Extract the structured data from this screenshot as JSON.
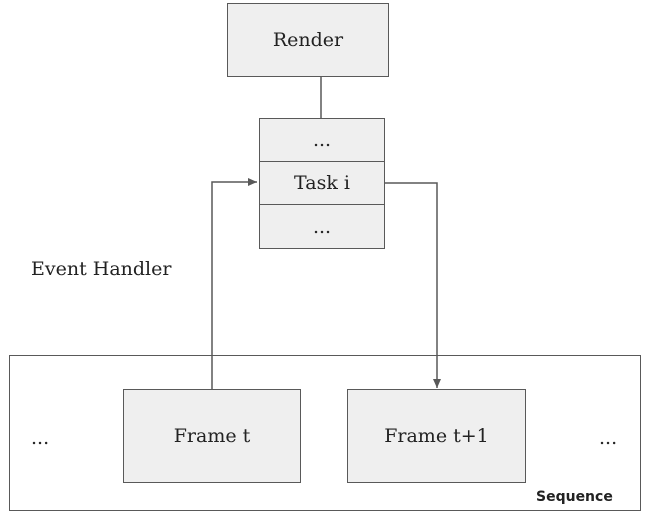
{
  "render_box": {
    "label": "Render"
  },
  "task_stack": {
    "items": [
      "...",
      "Task i",
      "..."
    ]
  },
  "event_handler_label": "Event Handler",
  "sequence": {
    "label": "Sequence",
    "left_ellipsis": "...",
    "right_ellipsis": "...",
    "frames": [
      "Frame t",
      "Frame t+1"
    ]
  }
}
